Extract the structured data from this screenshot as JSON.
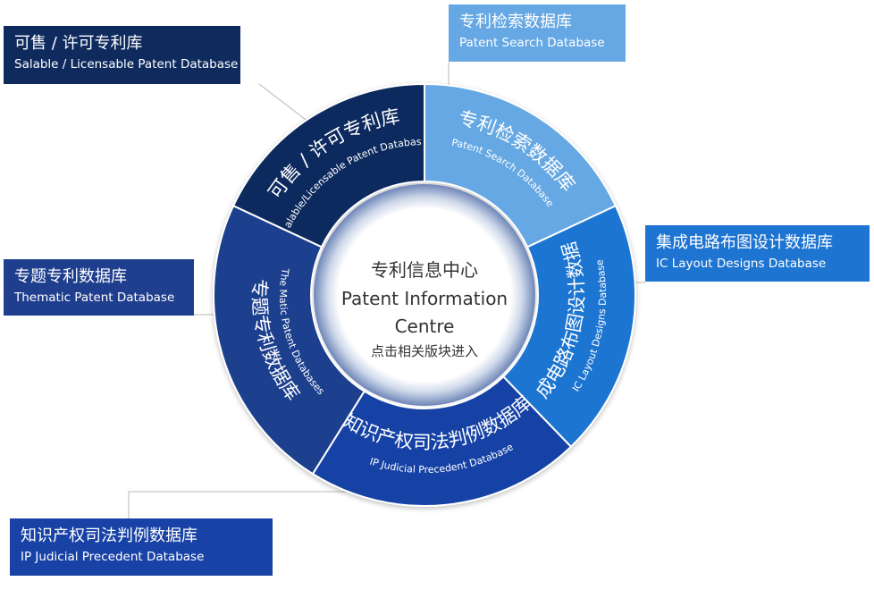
{
  "center": {
    "title_zh": "专利信息中心",
    "title_en_line1": "Patent Information",
    "title_en_line2": "Centre",
    "hint": "点击相关版块进入"
  },
  "segments": [
    {
      "id": "salable",
      "zh": "可售 / 许可专利库",
      "en": "Salable/Licensable Patent Database",
      "color": "#0f2b5e"
    },
    {
      "id": "search",
      "zh": "专利检索数据库",
      "en": "Patent Search Database",
      "color": "#66a8e3"
    },
    {
      "id": "ic",
      "zh": "集成电路布图设计数据库",
      "en": "IC Layout Designs Database",
      "color": "#1d74d1"
    },
    {
      "id": "judicial",
      "zh": "知识产权司法判例数据库",
      "en": "IP Judicial Precedent Database",
      "color": "#1842a6"
    },
    {
      "id": "thematic",
      "zh": "专题专利数据库",
      "en": "The Matic Patent Databases",
      "color": "#1f3f8e"
    }
  ],
  "callouts": {
    "salable": {
      "zh": "可售 / 许可专利库",
      "en": "Salable / Licensable Patent Database"
    },
    "search": {
      "zh": "专利检索数据库",
      "en": "Patent Search Database"
    },
    "ic": {
      "zh": "集成电路布图设计数据库",
      "en": "IC Layout Designs Database"
    },
    "thematic": {
      "zh": "专题专利数据库",
      "en": "Thematic Patent Database"
    },
    "judicial": {
      "zh": "知识产权司法判例数据库",
      "en": "IP Judicial Precedent Database"
    }
  }
}
